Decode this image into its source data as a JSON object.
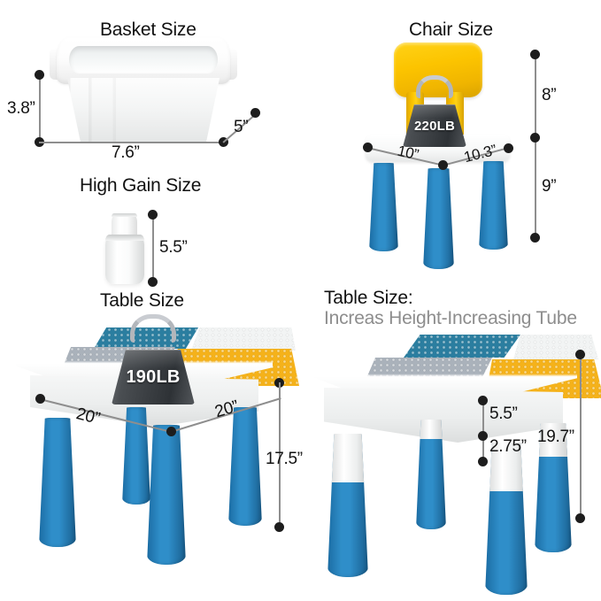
{
  "image": {
    "kind": "product-dimension-infographic",
    "background_color": "#ffffff",
    "unit_symbol": "”"
  },
  "palette": {
    "blue_leg": "#2f8ec9",
    "blue_leg_dark": "#1b6ca3",
    "yellow": "#fcc400",
    "brick_teal": "#2b7ea0",
    "brick_gray": "#aab2bb",
    "brick_white": "#f2f4f4",
    "brick_yellow": "#f5b21a",
    "plastic_white": "#f4f5f5",
    "weight_body": "#3a3e42",
    "dimension_line": "#8e8e8e",
    "dimension_dot": "#1d1d1d",
    "heading_text": "#111111",
    "subheading_text": "#8d8d8d"
  },
  "panels": {
    "basket": {
      "heading": "Basket Size",
      "dimensions": {
        "height": "3.8”",
        "width": "7.6”",
        "depth": "5”"
      }
    },
    "high_gain": {
      "heading": "High Gain Size",
      "dimensions": {
        "length": "5.5”"
      }
    },
    "chair": {
      "heading": "Chair Size",
      "weight_label": "220LB",
      "dimensions": {
        "back_height": "8”",
        "leg_height": "9”",
        "seat_width": "10”",
        "seat_depth": "10.3”"
      }
    },
    "table_standard": {
      "heading": "Table Size",
      "weight_label": "190LB",
      "dimensions": {
        "width": "20”",
        "depth": "20”",
        "height": "17.5”"
      }
    },
    "table_raised": {
      "heading": "Table Size:",
      "subheading": "Increas Height-Increasing Tube",
      "dimensions": {
        "apron_drop": "5.5”",
        "tube_segment": "2.75”",
        "total_height": "19.7”"
      }
    }
  }
}
